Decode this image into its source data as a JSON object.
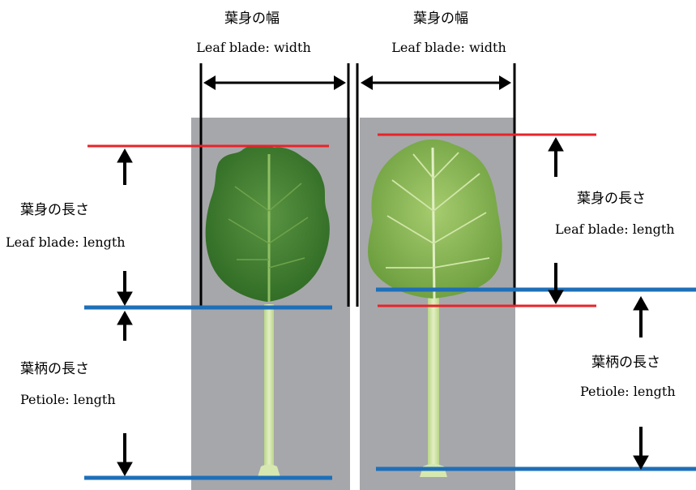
{
  "labels": {
    "blade_width_jp_left": "葉身の幅",
    "blade_width_en_left": "Leaf blade: width",
    "blade_width_jp_right": "葉身の幅",
    "blade_width_en_right": "Leaf blade: width",
    "blade_length_jp_left": "葉身の長さ",
    "blade_length_en_left": "Leaf blade: length",
    "blade_length_jp_right": "葉身の長さ",
    "blade_length_en_right": "Leaf blade: length",
    "petiole_length_jp_left": "葉柄の長さ",
    "petiole_length_en_left": "Petiole: length",
    "petiole_length_jp_right": "葉柄の長さ",
    "petiole_length_en_right": "Petiole: length"
  },
  "colors": {
    "blade_marker_line": "#e8232a",
    "petiole_marker_line": "#1e6fb8",
    "photo_background": "#a6a7ab",
    "leaf_dark": "#3f7a2e",
    "leaf_light": "#7fae4f",
    "petiole": "#cfe3a6"
  }
}
